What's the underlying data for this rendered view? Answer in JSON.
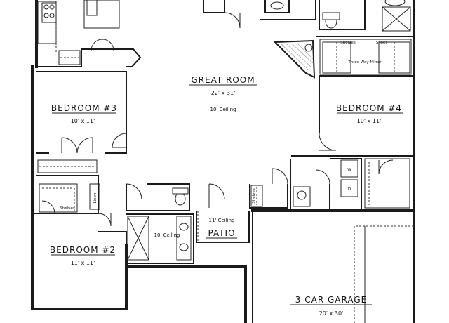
{
  "rooms": {
    "great_room": {
      "label": "GREAT ROOM",
      "size": "22' x 31'",
      "ceiling": "10' Ceiling"
    },
    "bedroom3": {
      "label": "BEDROOM #3",
      "size": "10' x 11'"
    },
    "bedroom4": {
      "label": "BEDROOM #4",
      "size": "10' x 11'"
    },
    "bedroom2": {
      "label": "BEDROOM #2",
      "size": "11' x 11'"
    },
    "patio": {
      "label": "PATIO",
      "ceiling": "11' Ceiling"
    },
    "garage": {
      "label": "3 CAR GARAGE",
      "size": "20' x 30'"
    },
    "bath2": {
      "ceiling": "10' Ceiling"
    }
  },
  "small_labels": {
    "linen": "Linen",
    "shelves_bed2": "Shelves",
    "shelves_bed4": "Shelves",
    "shoes": "Shoes",
    "shelves_laundry": "Shelves",
    "three_way_mirror": "Three Way Mirror",
    "dryer": "D",
    "washer": "W"
  }
}
